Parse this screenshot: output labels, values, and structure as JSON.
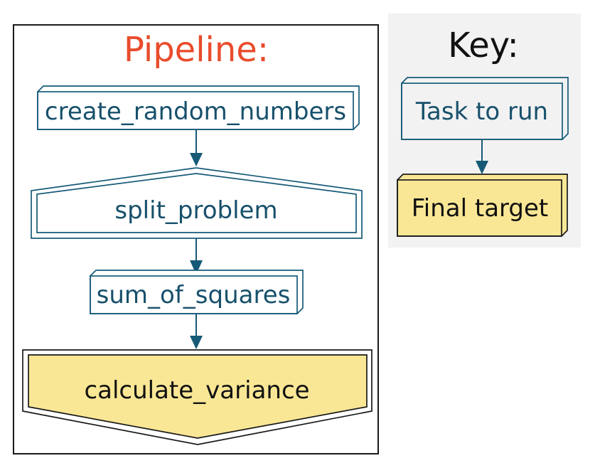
{
  "diagram": {
    "pipeline": {
      "title": "Pipeline:",
      "nodes": [
        {
          "label": "create_random_numbers",
          "shape": "box3d",
          "kind": "task-to-run"
        },
        {
          "label": "split_problem",
          "shape": "house",
          "kind": "task-to-run"
        },
        {
          "label": "sum_of_squares",
          "shape": "box3d",
          "kind": "task-to-run"
        },
        {
          "label": "calculate_variance",
          "shape": "invhouse",
          "kind": "final-target"
        }
      ],
      "edges": [
        {
          "from": "create_random_numbers",
          "to": "split_problem"
        },
        {
          "from": "split_problem",
          "to": "sum_of_squares"
        },
        {
          "from": "sum_of_squares",
          "to": "calculate_variance"
        }
      ]
    },
    "key": {
      "title": "Key:",
      "items": [
        {
          "label": "Task to run",
          "shape": "box3d",
          "kind": "task-to-run"
        },
        {
          "label": "Final target",
          "shape": "box3d",
          "kind": "final-target"
        }
      ],
      "edges": [
        {
          "from": "Task to run",
          "to": "Final target"
        }
      ]
    }
  },
  "colors": {
    "canvas-bg": "#ffffff",
    "task-outline": "#165a78",
    "task-text": "#17506b",
    "final-fill": "#fae796",
    "outline-dark": "#1a1a1a",
    "title-orange": "#e94c2c",
    "key-bg": "#f2f2f2",
    "text-dark": "#111111"
  }
}
